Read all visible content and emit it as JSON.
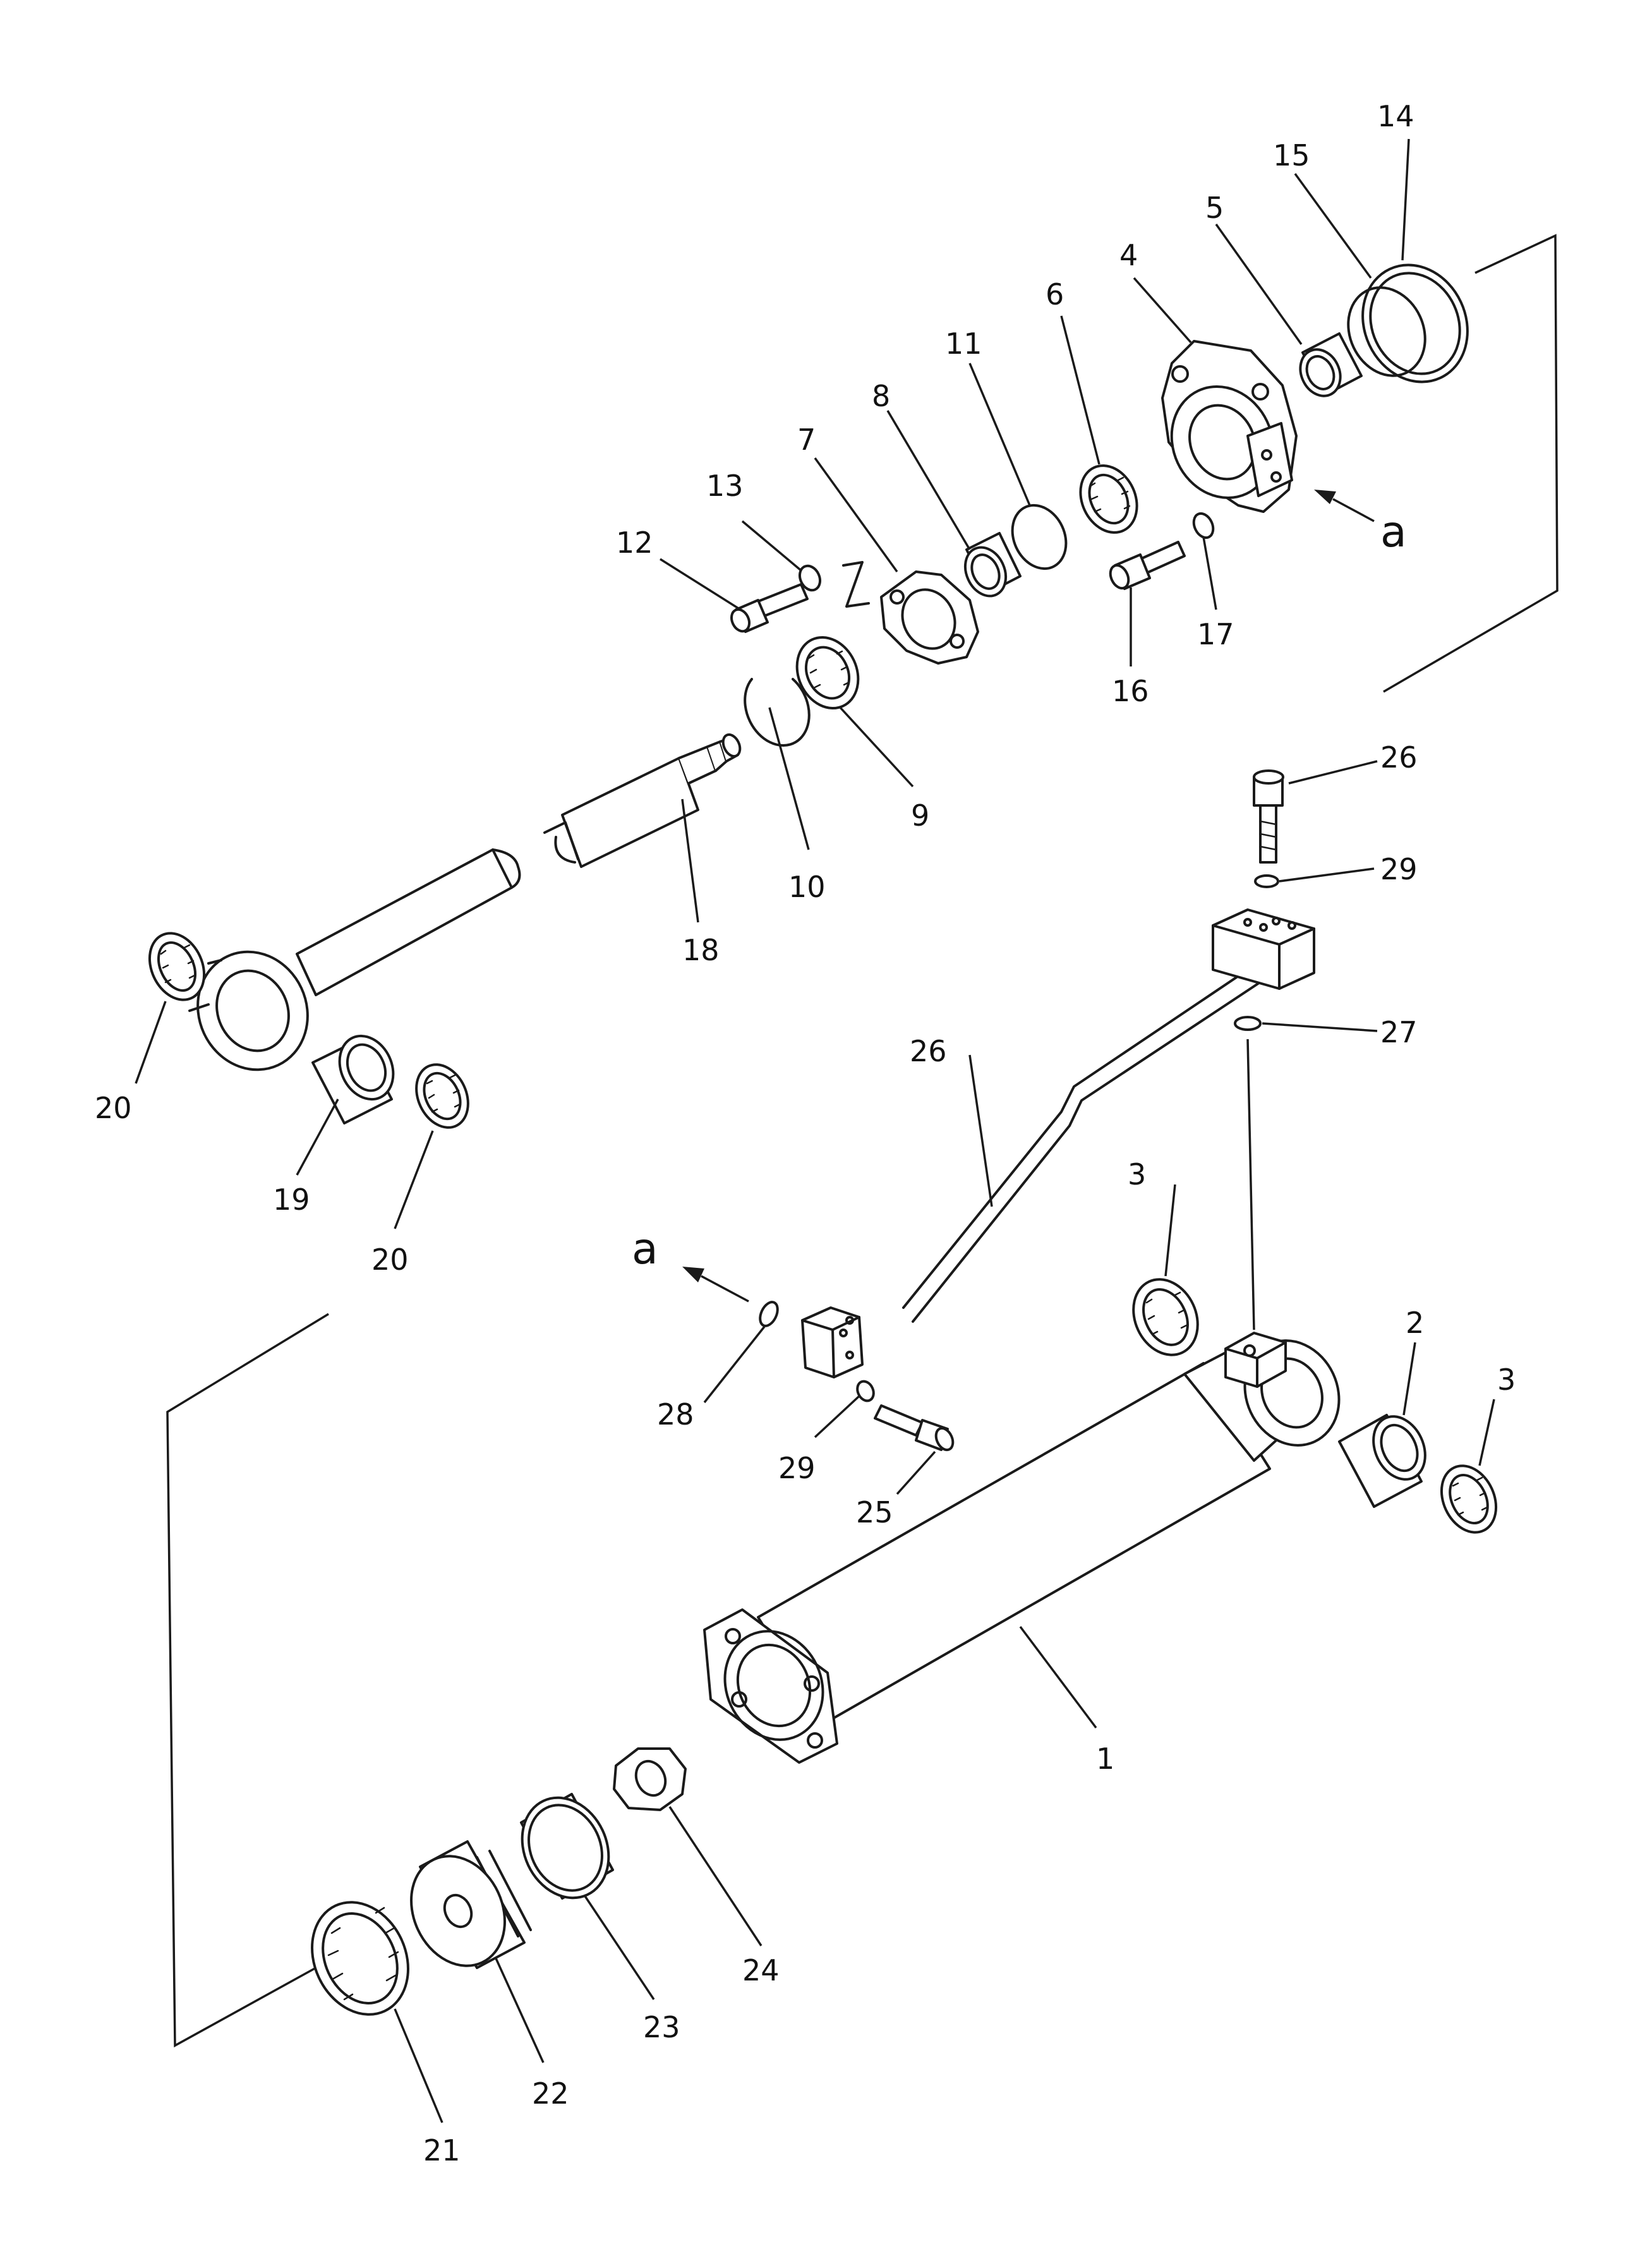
{
  "callouts": [
    {
      "id": "1",
      "label": "1"
    },
    {
      "id": "2",
      "label": "2"
    },
    {
      "id": "3a",
      "label": "3"
    },
    {
      "id": "3b",
      "label": "3"
    },
    {
      "id": "4",
      "label": "4"
    },
    {
      "id": "5",
      "label": "5"
    },
    {
      "id": "6",
      "label": "6"
    },
    {
      "id": "7",
      "label": "7"
    },
    {
      "id": "8",
      "label": "8"
    },
    {
      "id": "9",
      "label": "9"
    },
    {
      "id": "10",
      "label": "10"
    },
    {
      "id": "11",
      "label": "11"
    },
    {
      "id": "12",
      "label": "12"
    },
    {
      "id": "13",
      "label": "13"
    },
    {
      "id": "14",
      "label": "14"
    },
    {
      "id": "15",
      "label": "15"
    },
    {
      "id": "16",
      "label": "16"
    },
    {
      "id": "17",
      "label": "17"
    },
    {
      "id": "18",
      "label": "18"
    },
    {
      "id": "19",
      "label": "19"
    },
    {
      "id": "20a",
      "label": "20"
    },
    {
      "id": "20b",
      "label": "20"
    },
    {
      "id": "21",
      "label": "21"
    },
    {
      "id": "22",
      "label": "22"
    },
    {
      "id": "23",
      "label": "23"
    },
    {
      "id": "24",
      "label": "24"
    },
    {
      "id": "25",
      "label": "25"
    },
    {
      "id": "26a",
      "label": "26"
    },
    {
      "id": "26b",
      "label": "26"
    },
    {
      "id": "27",
      "label": "27"
    },
    {
      "id": "28",
      "label": "28"
    },
    {
      "id": "29a",
      "label": "29"
    },
    {
      "id": "29b",
      "label": "29"
    }
  ],
  "references": [
    {
      "id": "a-top",
      "label": "a"
    },
    {
      "id": "a-mid",
      "label": "a"
    }
  ],
  "icons": {
    "reference_arrow": "arrow-icon"
  }
}
